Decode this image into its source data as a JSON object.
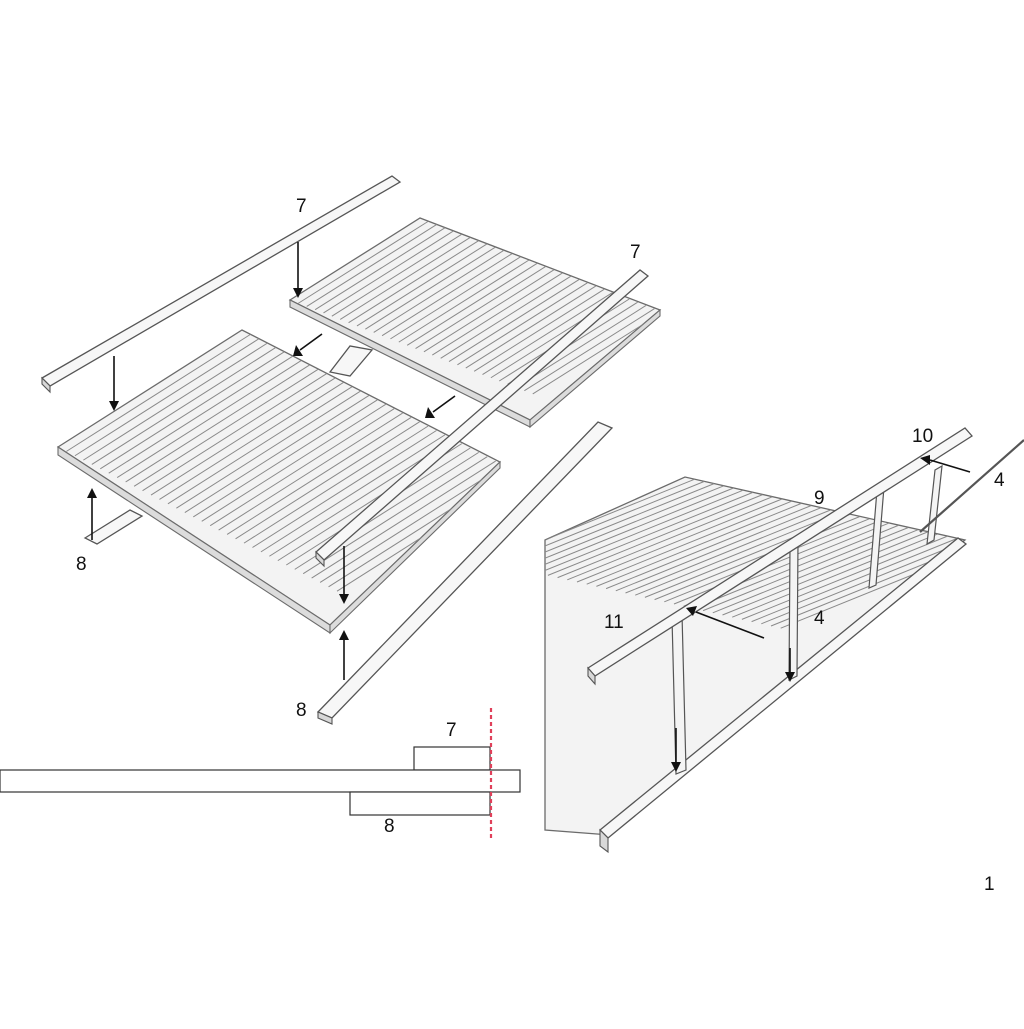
{
  "figure": {
    "labels": {
      "rail_top_left": "7",
      "rail_top_right": "7",
      "bearer_left": "8",
      "bearer_bottom": "8",
      "section_top": "7",
      "section_bottom": "8",
      "rail_handrail": "10",
      "rail_upper": "9",
      "rail_lower": "11",
      "post_right": "4",
      "post_mid": "4",
      "page_number": "1"
    }
  }
}
